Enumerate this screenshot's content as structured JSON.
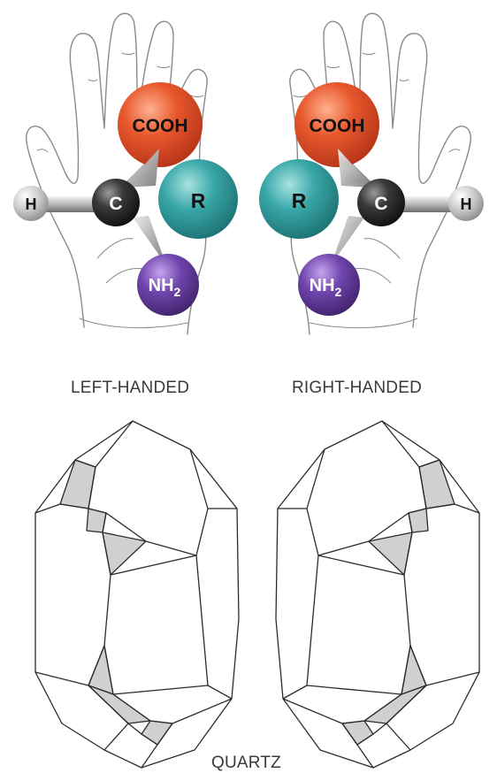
{
  "labels": {
    "left_caption": "LEFT-HANDED",
    "right_caption": "RIGHT-HANDED",
    "bottom_caption": "QUARTZ"
  },
  "atoms": {
    "carboxyl": "COOH",
    "side_chain": "R",
    "carbon": "C",
    "hydrogen": "H",
    "amine_main": "NH",
    "amine_sub": "2"
  },
  "colors": {
    "carboxyl": "#e2572f",
    "side_chain": "#33a3a5",
    "carbon": "#2c2c2c",
    "hydrogen": "#bdbdbd",
    "amine": "#6a3fa3",
    "crystal_face": "#d0d0d0",
    "outline": "#2b2b2b"
  }
}
